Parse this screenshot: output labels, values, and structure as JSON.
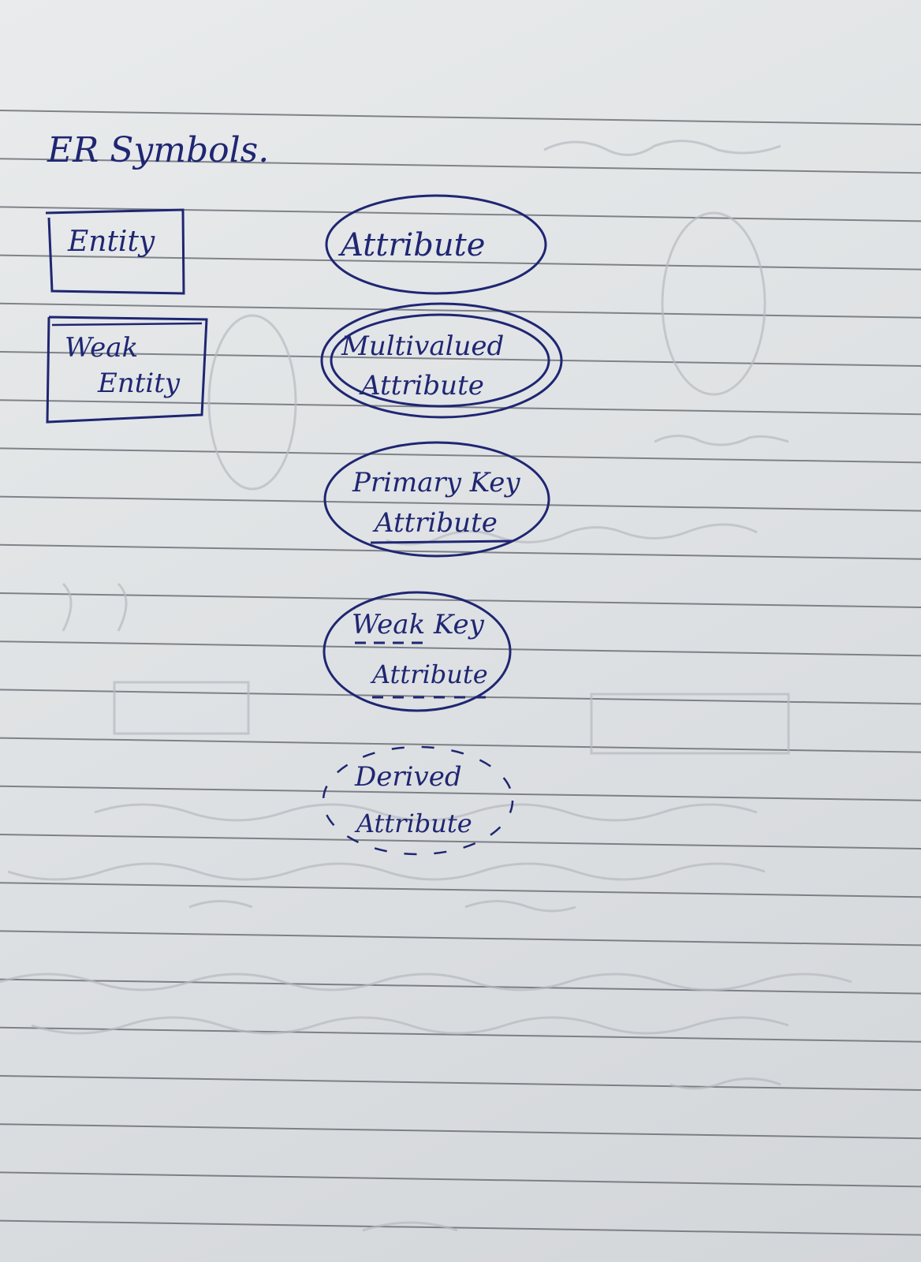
{
  "notebook": {
    "title": "ER Symbols.",
    "symbols": {
      "entity": {
        "label": "Entity"
      },
      "weak_entity": {
        "line1": "Weak",
        "line2": "Entity"
      },
      "attribute": {
        "label": "Attribute"
      },
      "multivalued_attribute": {
        "line1": "Multivalued",
        "line2": "Attribute"
      },
      "primary_key_attribute": {
        "line1": "Primary Key",
        "line2": "Attribute"
      },
      "weak_key_attribute": {
        "line1": "Weak Key",
        "line2": "Attribute"
      },
      "derived_attribute": {
        "line1": "Derived",
        "line2": "Attribute"
      }
    }
  },
  "colors": {
    "ink": "#1f2672",
    "paper": "#e4e6e8",
    "rule_line": "#5a5f66"
  }
}
